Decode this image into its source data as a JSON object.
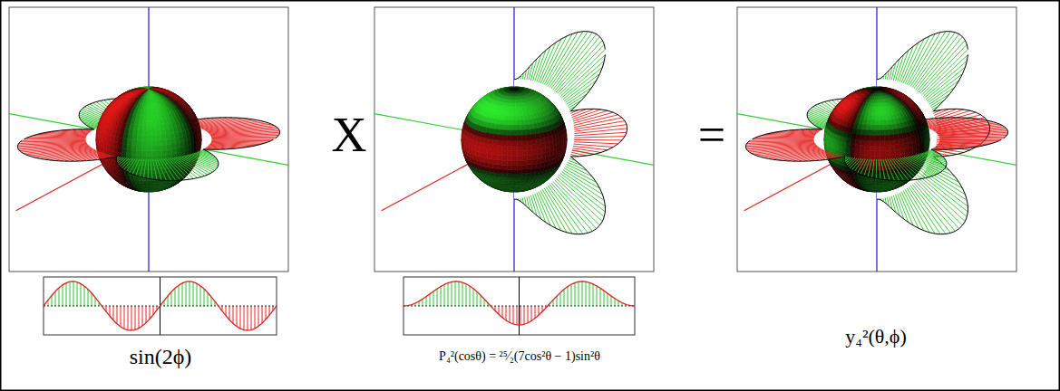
{
  "diagram": {
    "labels": [
      "X",
      "=",
      "sin(2ϕ)",
      "P₄²(cosθ) = ²⁵⁄₂(7cos²θ − 1)sin²θ",
      "y₄²(θ,ϕ)"
    ]
  }
}
